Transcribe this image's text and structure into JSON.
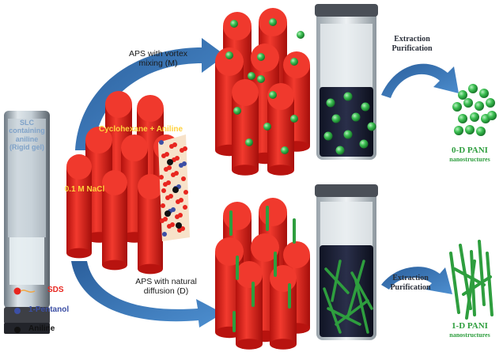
{
  "vial": {
    "lines": [
      "SLC",
      "containing",
      "aniline",
      "(Rigid gel)"
    ]
  },
  "micelle_labels": {
    "oil_phase": "Cyclohexane + Aniline",
    "salt": "0.1 M NaCl"
  },
  "routes": {
    "top": [
      "APS with vortex",
      "mixing (M)"
    ],
    "bottom": [
      "APS with natural",
      "diffusion (D)"
    ]
  },
  "steps": {
    "top": [
      "Extraction",
      "Purification"
    ],
    "bottom": [
      "Extraction",
      "Purification"
    ]
  },
  "products": {
    "top": [
      "0-D PANI",
      "nanostructures"
    ],
    "bottom": [
      "1-D PANI",
      "nanostructures"
    ]
  },
  "legend": [
    {
      "label": "SDS",
      "color": "#e8261f"
    },
    {
      "label": "1-Pentanol",
      "color": "#3c4fa5"
    },
    {
      "label": "Aniline",
      "color": "#111111"
    }
  ],
  "colors": {
    "micelle": "#e8261f",
    "pani": "#2e9e3e",
    "arrow": "#3a78b8",
    "legend_sds_text": "#e8261f",
    "legend_pentanol_text": "#3c4fa5"
  }
}
